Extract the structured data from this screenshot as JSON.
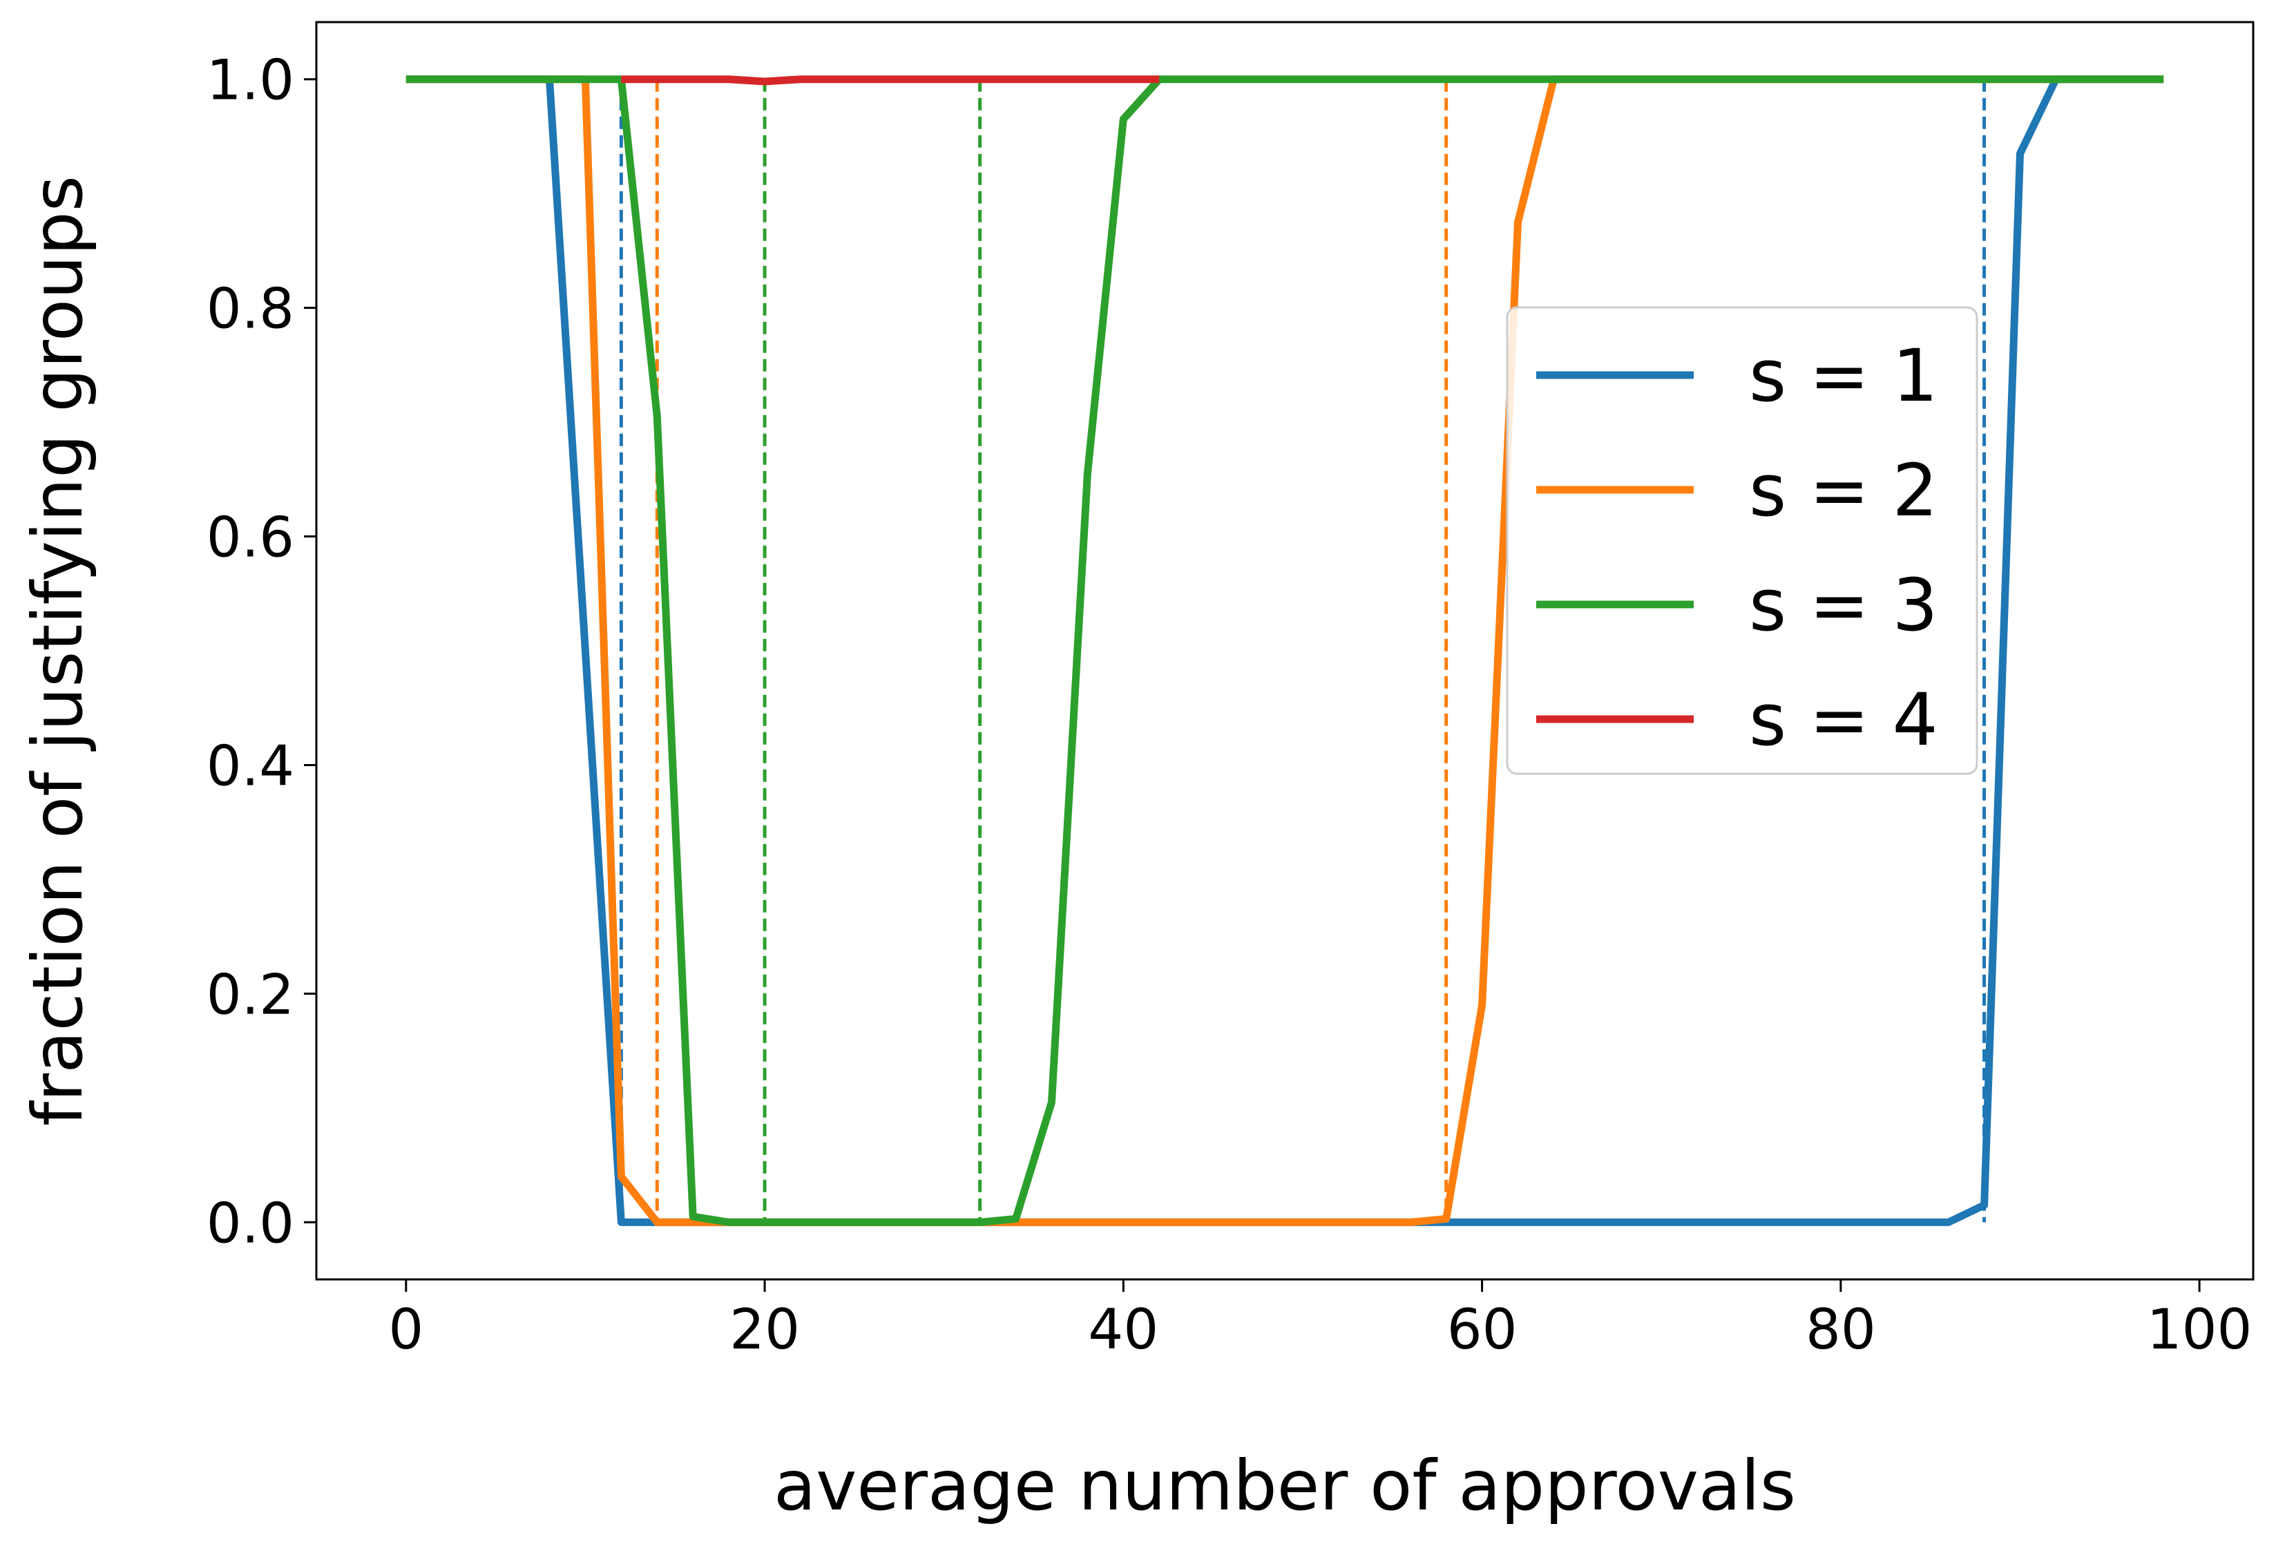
{
  "chart_data": {
    "type": "line",
    "xlabel": "average number of approvals",
    "ylabel": "fraction of justifying groups",
    "xlim": [
      -5,
      103
    ],
    "ylim": [
      -0.05,
      1.05
    ],
    "xticks": [
      0,
      20,
      40,
      60,
      80,
      100
    ],
    "yticks": [
      0.0,
      0.2,
      0.4,
      0.6,
      0.8,
      1.0
    ],
    "x_tick_labels": [
      "0",
      "20",
      "40",
      "60",
      "80",
      "100"
    ],
    "y_tick_labels": [
      "0.0",
      "0.2",
      "0.4",
      "0.6",
      "0.8",
      "1.0"
    ],
    "grid": false,
    "legend_position": "center-right",
    "series": [
      {
        "name": "s = 1",
        "color": "#1f77b4",
        "points": [
          [
            0,
            1
          ],
          [
            2,
            1
          ],
          [
            4,
            1
          ],
          [
            6,
            1
          ],
          [
            8,
            1
          ],
          [
            10,
            0.5
          ],
          [
            12,
            0
          ],
          [
            14,
            0
          ],
          [
            20,
            0
          ],
          [
            30,
            0
          ],
          [
            40,
            0
          ],
          [
            50,
            0
          ],
          [
            60,
            0
          ],
          [
            70,
            0
          ],
          [
            80,
            0
          ],
          [
            86,
            0
          ],
          [
            88,
            0.015
          ],
          [
            90,
            0.935
          ],
          [
            92,
            1
          ],
          [
            94,
            1
          ],
          [
            96,
            1
          ],
          [
            98,
            1
          ]
        ],
        "thresholds": [
          12,
          88
        ]
      },
      {
        "name": "s = 2",
        "color": "#ff7f0e",
        "points": [
          [
            0,
            1
          ],
          [
            2,
            1
          ],
          [
            4,
            1
          ],
          [
            6,
            1
          ],
          [
            8,
            1
          ],
          [
            10,
            1
          ],
          [
            12,
            0.04
          ],
          [
            14,
            0
          ],
          [
            16,
            0
          ],
          [
            20,
            0
          ],
          [
            30,
            0
          ],
          [
            40,
            0
          ],
          [
            50,
            0
          ],
          [
            56,
            0
          ],
          [
            58,
            0.003
          ],
          [
            60,
            0.19
          ],
          [
            62,
            0.875
          ],
          [
            64,
            1
          ],
          [
            66,
            1
          ],
          [
            70,
            1
          ],
          [
            80,
            1
          ],
          [
            90,
            1
          ],
          [
            98,
            1
          ]
        ],
        "thresholds": [
          14,
          58
        ]
      },
      {
        "name": "s = 3",
        "color": "#2ca02c",
        "points": [
          [
            0,
            1
          ],
          [
            2,
            1
          ],
          [
            4,
            1
          ],
          [
            6,
            1
          ],
          [
            8,
            1
          ],
          [
            10,
            1
          ],
          [
            12,
            1
          ],
          [
            14,
            0.705
          ],
          [
            16,
            0.005
          ],
          [
            18,
            0
          ],
          [
            20,
            0
          ],
          [
            24,
            0
          ],
          [
            28,
            0
          ],
          [
            32,
            0
          ],
          [
            34,
            0.003
          ],
          [
            36,
            0.105
          ],
          [
            38,
            0.655
          ],
          [
            40,
            0.965
          ],
          [
            42,
            1
          ],
          [
            44,
            1
          ],
          [
            50,
            1
          ],
          [
            60,
            1
          ],
          [
            70,
            1
          ],
          [
            80,
            1
          ],
          [
            90,
            1
          ],
          [
            98,
            1
          ]
        ],
        "thresholds": [
          20,
          32
        ]
      },
      {
        "name": "s = 4",
        "color": "#d62728",
        "points": [
          [
            12,
            1
          ],
          [
            14,
            1
          ],
          [
            16,
            1
          ],
          [
            18,
            1
          ],
          [
            20,
            0.998
          ],
          [
            22,
            1
          ],
          [
            24,
            1
          ],
          [
            26,
            1
          ],
          [
            28,
            1
          ],
          [
            30,
            1
          ],
          [
            32,
            1
          ],
          [
            34,
            1
          ],
          [
            36,
            1
          ],
          [
            38,
            1
          ],
          [
            40,
            1
          ],
          [
            42,
            1
          ]
        ],
        "thresholds": []
      }
    ]
  }
}
